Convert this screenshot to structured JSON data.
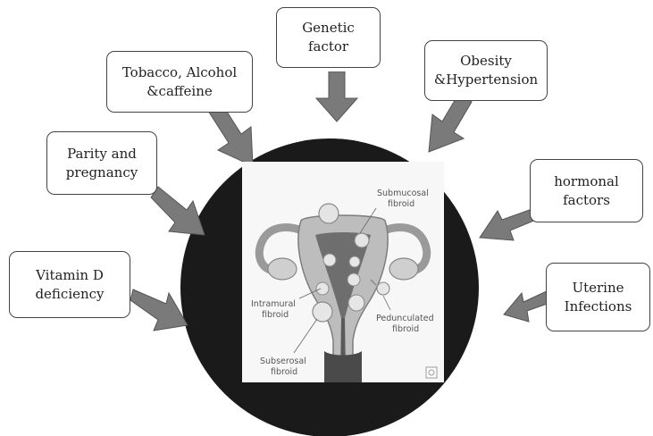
{
  "factors": {
    "genetic": "Genetic\nfactor",
    "tobacco": "Tobacco, Alcohol\n&caffeine",
    "obesity": "Obesity\n&Hypertension",
    "parity": "Parity and\npregnancy",
    "hormonal": "hormonal\nfactors",
    "vitamin_d": "Vitamin D\ndeficiency",
    "infections": "Uterine\nInfections"
  },
  "figure": {
    "label_submucosal_1": "Submucosal",
    "label_submucosal_2": "fibroid",
    "label_intramural_1": "Intramural",
    "label_intramural_2": "fibroid",
    "label_pedunculated_1": "Pedunculated",
    "label_pedunculated_2": "fibroid",
    "label_subserosal_1": "Subserosal",
    "label_subserosal_2": "fibroid"
  },
  "colors": {
    "arrow": "#7a7a7a",
    "circle": "#1a1a1a",
    "box_border": "#444444"
  }
}
